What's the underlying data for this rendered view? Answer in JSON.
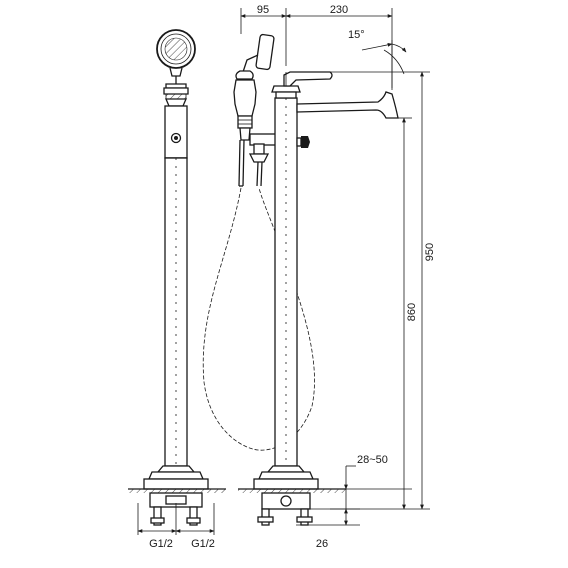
{
  "dimensions": {
    "width_top_left": "95",
    "width_top_right": "230",
    "spout_angle": "15°",
    "height_total": "950",
    "height_spout": "860",
    "floor_range": "28~50",
    "base_depth": "26",
    "inlet_left": "G1/2",
    "inlet_right": "G1/2"
  }
}
